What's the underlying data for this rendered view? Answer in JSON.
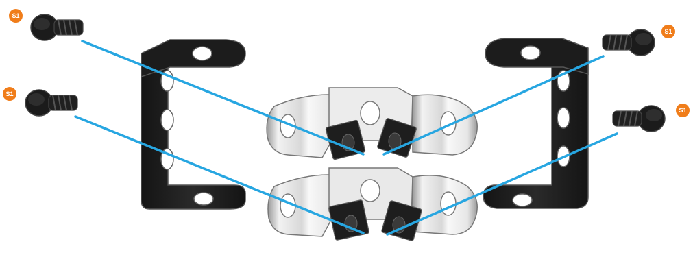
{
  "badges": [
    {
      "label": "S1"
    },
    {
      "label": "S1"
    },
    {
      "label": "S1"
    },
    {
      "label": "S1"
    }
  ],
  "colors": {
    "badge": "#f07d1a",
    "guide_line": "#27a6e1",
    "dark_part": "#1f1f1f",
    "dark_edge": "#4a4a4a",
    "metal_light": "#f4f4f4",
    "metal_dark": "#8e8e8e"
  },
  "parts": {
    "screw_icon": "screw-icon",
    "nut_icon": "square-nut-icon",
    "bracket_icon": "angle-bracket-icon"
  }
}
